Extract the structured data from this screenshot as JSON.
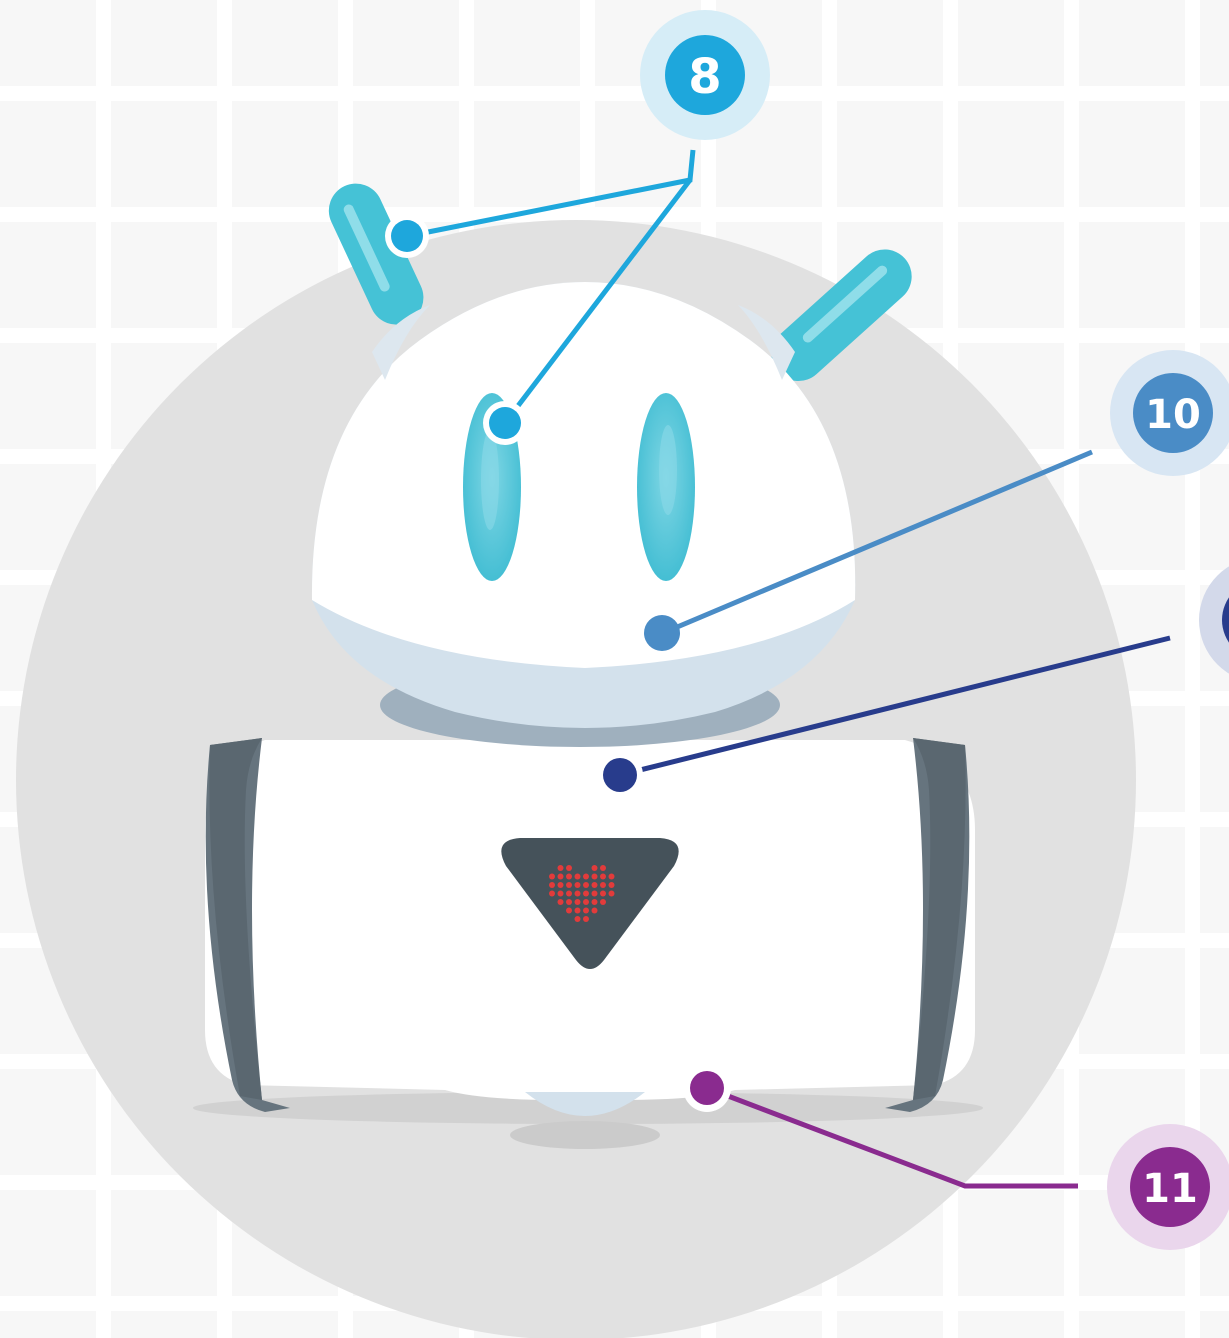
{
  "callouts": [
    {
      "id": "8",
      "label": "8",
      "color": "#1ea7dc",
      "ring": "#d6edf7"
    },
    {
      "id": "9",
      "label": "",
      "color": "#283c8c",
      "ring": "#d3d9ea"
    },
    {
      "id": "10",
      "label": "10",
      "color": "#4a8cc6",
      "ring": "#d8e6f3"
    },
    {
      "id": "11",
      "label": "11",
      "color": "#8a2b8f",
      "ring": "#ead6ec"
    }
  ],
  "colors": {
    "background": "#f7f7f7",
    "grid": "#ffffff",
    "backdrop_circle": "#e1e1e1",
    "robot_body": "#ffffff",
    "robot_trim": "#d3e1ec",
    "antenna": "#45c2d6",
    "eyes": "#45c2d6",
    "wheels": "#66747e",
    "heart_display": "#45525a",
    "heart_leds": "#e23b3b"
  }
}
